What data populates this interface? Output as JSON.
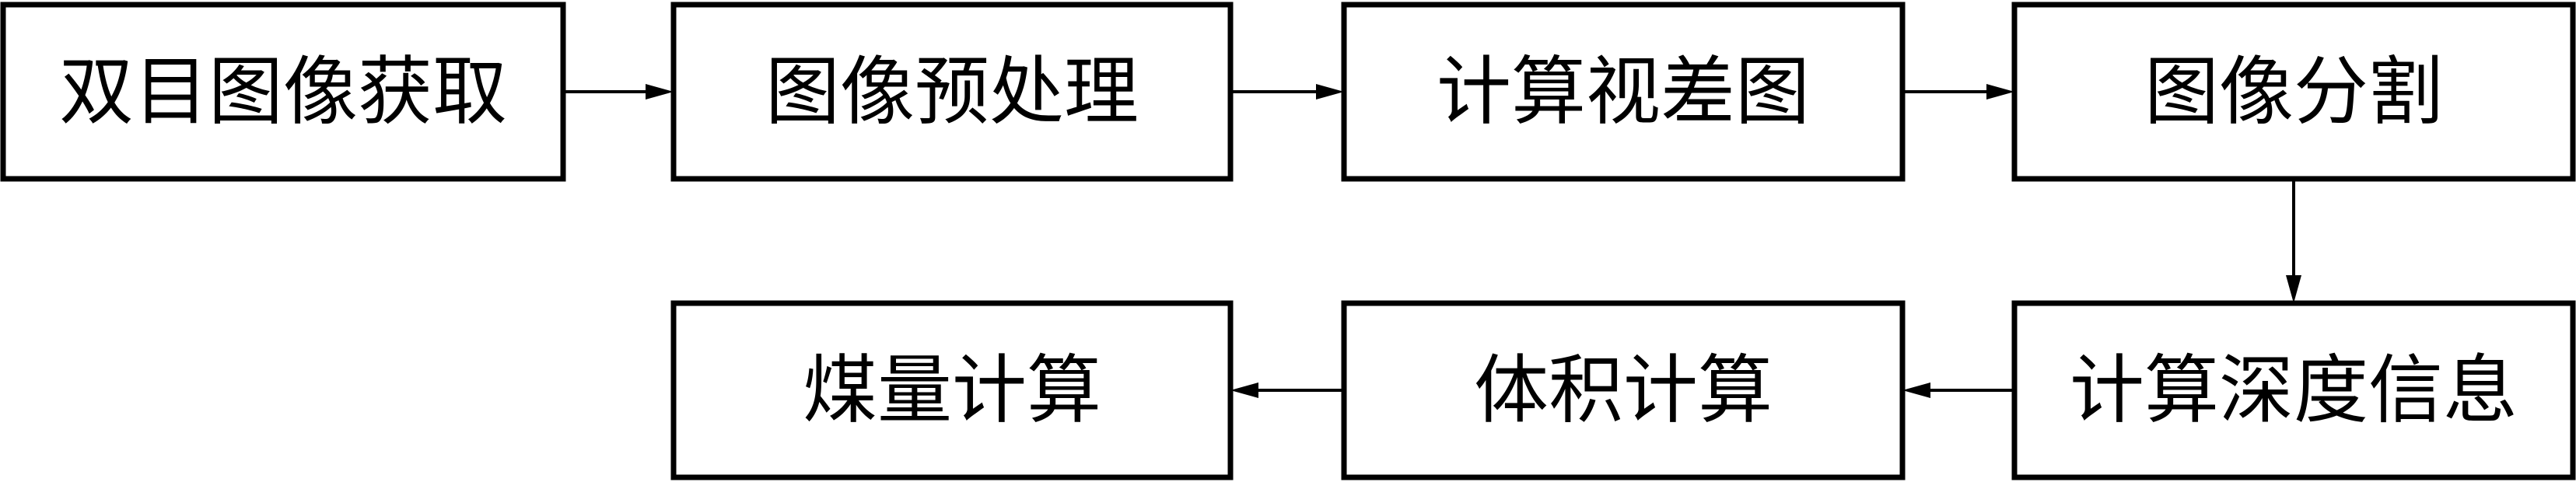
{
  "diagram": {
    "nodes": [
      {
        "id": "binocular-acquisition",
        "label": "双目图像获取"
      },
      {
        "id": "preprocessing",
        "label": "图像预处理"
      },
      {
        "id": "disparity",
        "label": "计算视差图"
      },
      {
        "id": "segmentation",
        "label": "图像分割"
      },
      {
        "id": "depth",
        "label": "计算深度信息"
      },
      {
        "id": "volume",
        "label": "体积计算"
      },
      {
        "id": "coal",
        "label": "煤量计算"
      }
    ],
    "edges": [
      {
        "from": "binocular-acquisition",
        "to": "preprocessing"
      },
      {
        "from": "preprocessing",
        "to": "disparity"
      },
      {
        "from": "disparity",
        "to": "segmentation"
      },
      {
        "from": "segmentation",
        "to": "depth"
      },
      {
        "from": "depth",
        "to": "volume"
      },
      {
        "from": "volume",
        "to": "coal"
      }
    ]
  }
}
